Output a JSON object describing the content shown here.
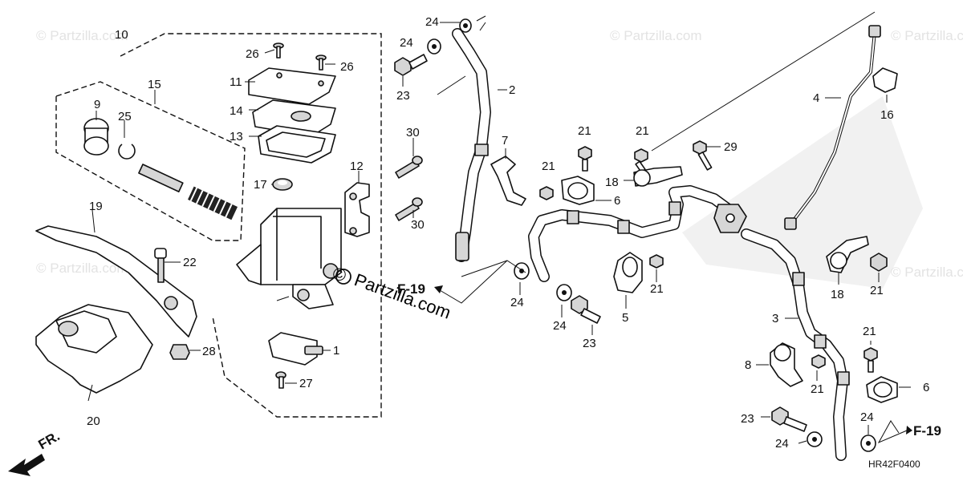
{
  "diagram": {
    "code": "HR42F0400",
    "front_label": "FR.",
    "ref_left": "F-19",
    "ref_right": "F-19",
    "watermark": {
      "brand": "Partzilla.com",
      "corner": "© Partzilla.com"
    },
    "callouts": {
      "c1": "1",
      "c2": "2",
      "c3": "3",
      "c4": "4",
      "c5": "5",
      "c6a": "6",
      "c6b": "6",
      "c7": "7",
      "c8": "8",
      "c9": "9",
      "c10": "10",
      "c11": "11",
      "c12": "12",
      "c13": "13",
      "c14": "14",
      "c15": "15",
      "c16": "16",
      "c17": "17",
      "c18a": "18",
      "c18b": "18",
      "c19": "19",
      "c20": "20",
      "c21a": "21",
      "c21b": "21",
      "c21c": "21",
      "c21d": "21",
      "c21e": "21",
      "c21f": "21",
      "c21g": "21",
      "c22": "22",
      "c23a": "23",
      "c23b": "23",
      "c23c": "23",
      "c24a": "24",
      "c24b": "24",
      "c24c": "24",
      "c24d": "24",
      "c24e": "24",
      "c24f": "24",
      "c25": "25",
      "c26a": "26",
      "c26b": "26",
      "c27": "27",
      "c28": "28",
      "c29": "29",
      "c30a": "30",
      "c30b": "30"
    }
  }
}
